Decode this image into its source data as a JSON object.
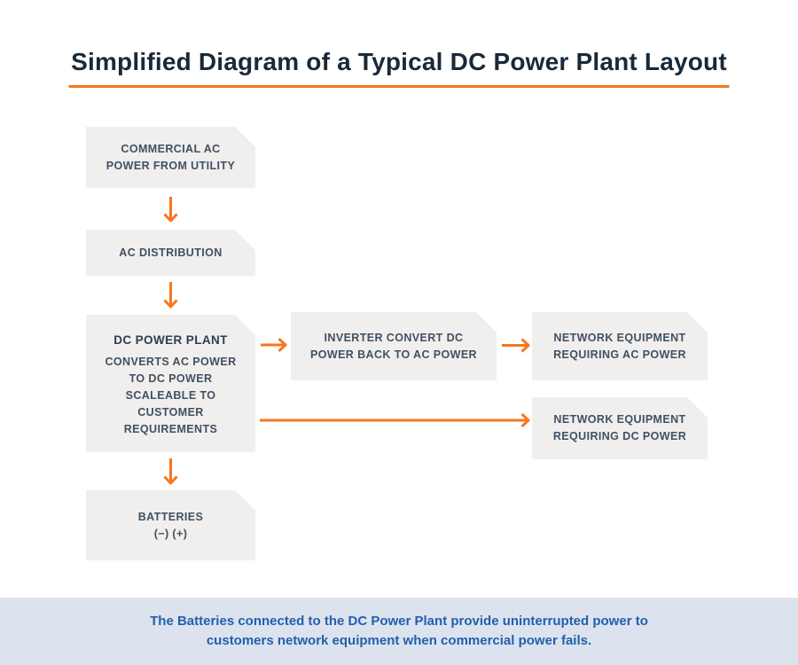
{
  "title": "Simplified Diagram of a Typical DC Power Plant Layout",
  "colors": {
    "accent_orange": "#f4771f",
    "title_color": "#1a2939",
    "box_bg": "#f0efed",
    "box_text": "#415062",
    "heading_color": "#2e3d4f",
    "footer_bg": "#dce3ee",
    "footer_text": "#2160ad"
  },
  "diagram": {
    "boxes": [
      {
        "name": "commercial-ac-power",
        "lines": [
          "COMMERCIAL AC",
          "POWER FROM UTILITY"
        ]
      },
      {
        "name": "ac-distribution",
        "lines": [
          "AC DISTRIBUTION"
        ]
      },
      {
        "name": "dc-power-plant",
        "heading": "DC POWER PLANT",
        "lines": [
          "CONVERTS AC POWER",
          "TO DC POWER",
          "SCALEABLE TO",
          "CUSTOMER",
          "REQUIREMENTS"
        ]
      },
      {
        "name": "inverter",
        "lines": [
          "INVERTER CONVERT DC",
          "POWER BACK TO AC POWER"
        ]
      },
      {
        "name": "network-equipment-ac",
        "lines": [
          "NETWORK EQUIPMENT",
          "REQUIRING AC POWER"
        ]
      },
      {
        "name": "network-equipment-dc",
        "lines": [
          "NETWORK EQUIPMENT",
          "REQUIRING DC POWER"
        ]
      },
      {
        "name": "batteries",
        "lines": [
          "BATTERIES",
          "(−) (+)"
        ]
      }
    ],
    "arrows": [
      {
        "name": "utility-to-ac-distribution",
        "direction": "down"
      },
      {
        "name": "ac-distribution-to-dc-power-plant",
        "direction": "down"
      },
      {
        "name": "dc-power-plant-to-inverter",
        "direction": "right"
      },
      {
        "name": "inverter-to-network-ac",
        "direction": "right"
      },
      {
        "name": "dc-power-plant-to-network-dc",
        "direction": "right"
      },
      {
        "name": "dc-power-plant-to-batteries",
        "direction": "down"
      }
    ]
  },
  "footer": {
    "lines": [
      "The Batteries connected to the DC Power Plant provide uninterrupted power to",
      "customers network equipment when commercial power fails."
    ]
  }
}
